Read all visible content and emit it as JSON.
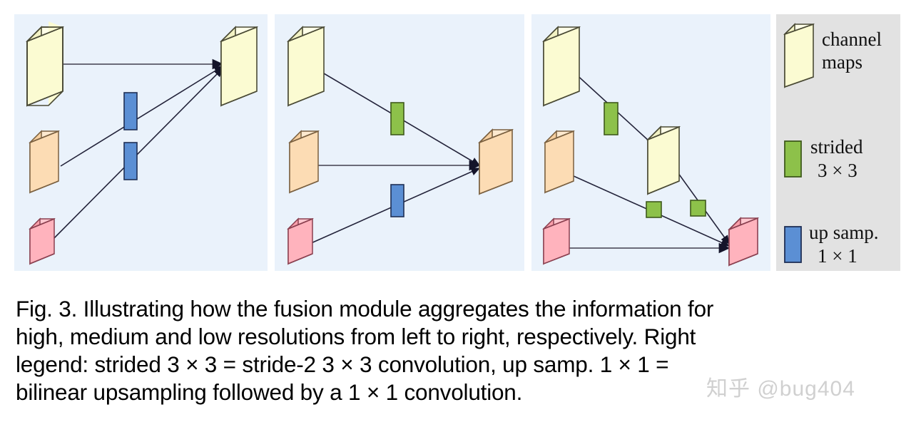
{
  "figure": {
    "label": "Fig. 3.",
    "caption_lines": [
      "Fig. 3. Illustrating how the fusion module aggregates the information for",
      "high, medium and low resolutions from left to right, respectively. Right",
      "legend: strided 3 × 3 = stride-2 3 × 3 convolution, up samp. 1 × 1 =",
      "bilinear upsampling followed by a 1 × 1 convolution."
    ],
    "watermark": "知乎 @bug404"
  },
  "colors": {
    "panel_background": "#eaf2fb",
    "legend_background": "#e2e2e2",
    "page_background": "#ffffff",
    "high_res_face": "#fbfbd2",
    "high_res_side": "#f2f2c4",
    "high_res_top": "#fefee8",
    "medium_res_face": "#fcdcb4",
    "medium_res_side": "#f6cf9f",
    "medium_res_top": "#fde9cf",
    "low_res_face": "#ffb3bd",
    "low_res_side": "#fa9fab",
    "low_res_top": "#ffc6ce",
    "strided_green": "#8dc14a",
    "upsample_blue": "#5b8fd4",
    "outline": "#1a1a2e",
    "arrow": "#14142a",
    "gray_line": "#6b6b78"
  },
  "panels": [
    {
      "name": "high-resolution-fusion",
      "target_resolution": "high",
      "inputs": [
        "high",
        "medium",
        "low"
      ],
      "operations": [
        "identity",
        "up samp. 1 × 1",
        "up samp. 1 × 1"
      ]
    },
    {
      "name": "medium-resolution-fusion",
      "target_resolution": "medium",
      "inputs": [
        "high",
        "medium",
        "low"
      ],
      "operations": [
        "strided 3 × 3",
        "identity",
        "up samp. 1 × 1"
      ]
    },
    {
      "name": "low-resolution-fusion",
      "target_resolution": "low",
      "inputs": [
        "high",
        "medium",
        "low"
      ],
      "operations": [
        "strided 3 × 3 × 2",
        "strided 3 × 3",
        "identity"
      ]
    }
  ],
  "legend": {
    "items": [
      {
        "key": "channel-maps",
        "lines": [
          "channel",
          "maps"
        ],
        "swatch": "channel-maps-cuboid"
      },
      {
        "key": "strided",
        "lines": [
          "strided",
          "3 × 3"
        ],
        "swatch": "green-rect"
      },
      {
        "key": "upsample",
        "lines": [
          "up samp.",
          "1 × 1"
        ],
        "swatch": "blue-rect"
      }
    ]
  }
}
